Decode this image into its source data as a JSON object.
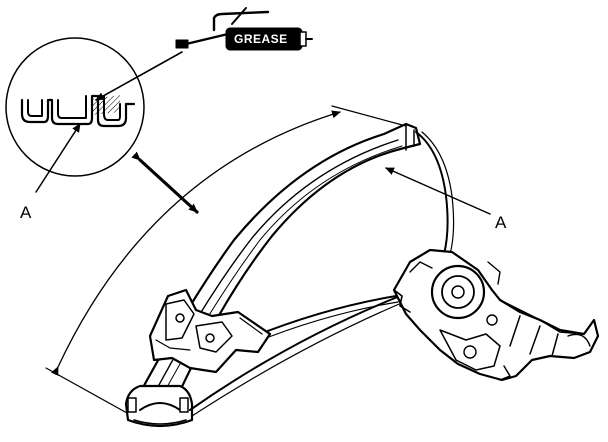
{
  "labels": {
    "grease": "GREASE",
    "callout_left": "A",
    "callout_right": "A"
  },
  "colors": {
    "ink": "#000000",
    "background": "#ffffff"
  }
}
